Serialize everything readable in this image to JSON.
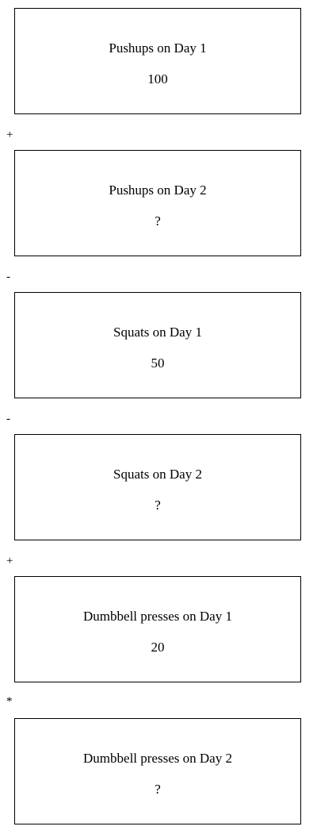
{
  "cards": [
    {
      "label": "Pushups on Day 1",
      "value": "100"
    },
    {
      "label": "Pushups on Day 2",
      "value": "?"
    },
    {
      "label": "Squats on Day 1",
      "value": "50"
    },
    {
      "label": "Squats on Day 2",
      "value": "?"
    },
    {
      "label": "Dumbbell presses on Day 1",
      "value": "20"
    },
    {
      "label": "Dumbbell presses on Day 2",
      "value": "?"
    }
  ],
  "operators": [
    "+",
    "-",
    "-",
    "+",
    "*"
  ]
}
